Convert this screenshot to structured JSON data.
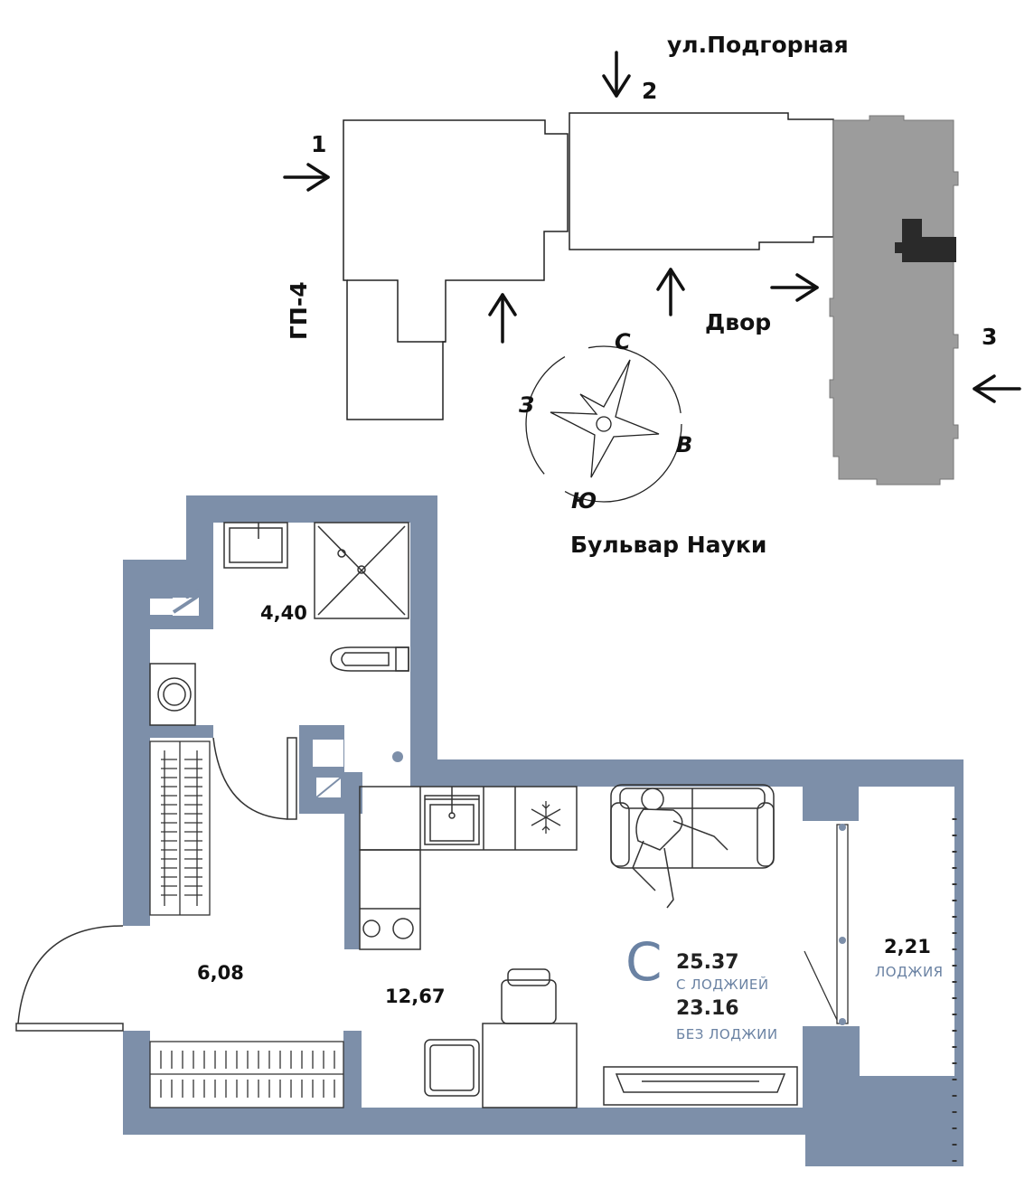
{
  "site": {
    "street_top": "ул.Подгорная",
    "street_bottom": "Бульвар Науки",
    "yard": "Двор",
    "building_label": "ГП-4",
    "entrances": [
      "1",
      "2",
      "3"
    ]
  },
  "compass": {
    "north": "С",
    "east": "В",
    "south": "Ю",
    "west": "З"
  },
  "rooms": {
    "bathroom": "4,40",
    "hall": "6,08",
    "living": "12,67",
    "loggia_area": "2,21",
    "loggia_label": "ЛОДЖИЯ"
  },
  "summary": {
    "type_letter": "С",
    "total_with_loggia": "25.37",
    "with_loggia_label": "С ЛОДЖИЕЙ",
    "total_without_loggia": "23.16",
    "without_loggia_label": "БЕЗ ЛОДЖИИ"
  },
  "colors": {
    "wall": "#7d8fa9",
    "neighbor_building": "#9c9c9c",
    "accent_text": "#6a82a3"
  }
}
